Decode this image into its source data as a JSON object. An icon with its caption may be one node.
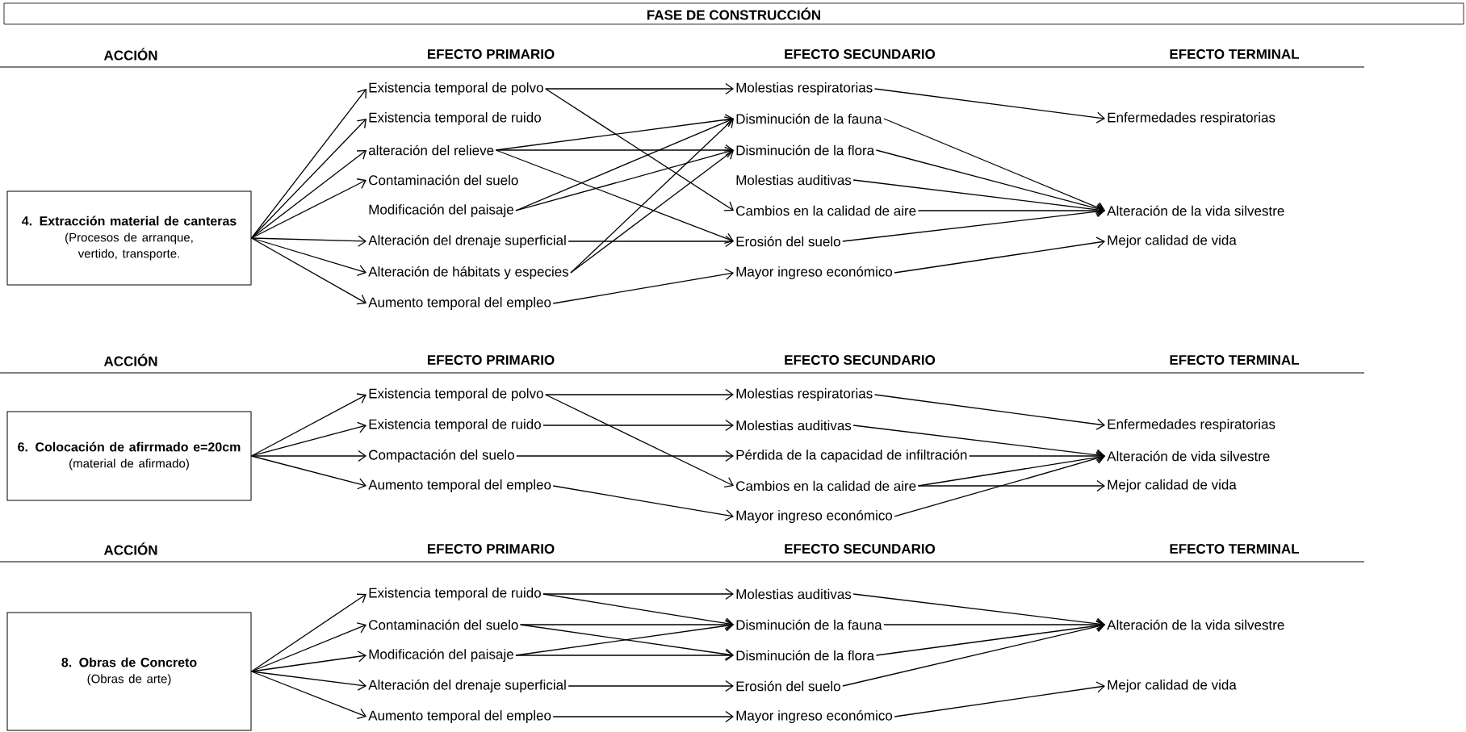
{
  "diagram": {
    "title": "FASE DE CONSTRUCCIÓN",
    "nodes": [
      {
        "text": [
          "4. Extracción material de canteras",
          "(Procesos de arranque, vertido, transporte."
        ]
      },
      {
        "text": [
          "Existencia temporal de polvo"
        ]
      },
      {
        "text": [
          "Existencia temporal de ruido"
        ]
      },
      {
        "text": [
          "alteración del relieve"
        ]
      },
      {
        "text": [
          "Contaminación del suelo"
        ]
      },
      {
        "text": [
          "Modificación del paisaje"
        ]
      },
      {
        "text": [
          "Alteración del drenaje superficial"
        ]
      },
      {
        "text": [
          "Alteración de hábitats y especies"
        ]
      },
      {
        "text": [
          "Aumento temporal del empleo"
        ]
      },
      {
        "text": [
          "Molestias respiratorias"
        ]
      },
      {
        "text": [
          "Disminución de la fauna"
        ]
      },
      {
        "text": [
          "Disminución de la flora"
        ]
      },
      {
        "text": [
          "Molestias auditivas"
        ]
      },
      {
        "text": [
          "Cambios en la calidad de aire"
        ]
      },
      {
        "text": [
          "Erosión del suelo"
        ]
      },
      {
        "text": [
          "Mayor ingreso económico"
        ]
      },
      {
        "text": [
          "Enfermedades respiratorias"
        ]
      },
      {
        "text": [
          "Alteración de la vida silvestre"
        ]
      },
      {
        "text": [
          "Mejor calidad de vida"
        ]
      },
      {
        "text": [
          "6. Colocación de afirrmado e=20cm",
          "(material de afirmado)"
        ]
      },
      {
        "text": [
          "Existencia temporal de polvo"
        ]
      },
      {
        "text": [
          "Existencia temporal de ruido"
        ]
      },
      {
        "text": [
          "Compactación del suelo"
        ]
      },
      {
        "text": [
          "Aumento temporal del empleo"
        ]
      },
      {
        "text": [
          "Molestias respiratorias"
        ]
      },
      {
        "text": [
          "Molestias auditivas"
        ]
      },
      {
        "text": [
          "Pérdida de la capacidad de infiltración"
        ]
      },
      {
        "text": [
          "Cambios en la calidad de aire"
        ]
      },
      {
        "text": [
          "Mayor ingreso económico"
        ]
      },
      {
        "text": [
          "Enfermedades respiratorias"
        ]
      },
      {
        "text": [
          "Alteración de vida silvestre"
        ]
      },
      {
        "text": [
          "Mejor calidad de vida"
        ]
      },
      {
        "text": [
          "8. Obras de Concreto",
          "(Obras de arte)"
        ]
      },
      {
        "text": [
          "Existencia temporal de ruido"
        ]
      },
      {
        "text": [
          "Contaminación del suelo"
        ]
      },
      {
        "text": [
          "Modificación del paisaje"
        ]
      },
      {
        "text": [
          "Alteración del drenaje superficial"
        ]
      },
      {
        "text": [
          "Aumento temporal del empleo"
        ]
      },
      {
        "text": [
          "Molestias auditivas"
        ]
      },
      {
        "text": [
          "Disminución de la fauna"
        ]
      },
      {
        "text": [
          "Disminución de la flora"
        ]
      },
      {
        "text": [
          "Erosión del suelo"
        ]
      },
      {
        "text": [
          "Mayor ingreso económico"
        ]
      },
      {
        "text": [
          "Alteración de la vida silvestre"
        ]
      },
      {
        "text": [
          "Mejor calidad de vida"
        ]
      }
    ],
    "edges": [
      {
        "from": 0,
        "to": 1,
        "arrow": "to"
      },
      {
        "from": 0,
        "to": 2,
        "arrow": "to"
      },
      {
        "from": 0,
        "to": 3,
        "arrow": "to"
      },
      {
        "from": 0,
        "to": 4,
        "arrow": "to"
      },
      {
        "from": 0,
        "to": 6,
        "arrow": "to"
      },
      {
        "from": 0,
        "to": 7,
        "arrow": "to"
      },
      {
        "from": 0,
        "to": 8,
        "arrow": "to"
      },
      {
        "from": 1,
        "to": 9,
        "arrow": "to"
      },
      {
        "from": 1,
        "to": 13,
        "arrow": "to"
      },
      {
        "from": 3,
        "to": 10,
        "arrow": "to"
      },
      {
        "from": 3,
        "to": 11,
        "arrow": "to"
      },
      {
        "from": 3,
        "to": 14,
        "arrow": "to"
      },
      {
        "from": 5,
        "to": 10,
        "arrow": "to"
      },
      {
        "from": 5,
        "to": 11,
        "arrow": "to"
      },
      {
        "from": 6,
        "to": 14,
        "arrow": "to"
      },
      {
        "from": 7,
        "to": 10,
        "arrow": "to"
      },
      {
        "from": 7,
        "to": 11,
        "arrow": "to"
      },
      {
        "from": 8,
        "to": 15,
        "arrow": "to"
      },
      {
        "from": 9,
        "to": 16,
        "arrow": "to"
      },
      {
        "from": 10,
        "to": 17,
        "arrow": "to"
      },
      {
        "from": 11,
        "to": 17,
        "arrow": "to"
      },
      {
        "from": 12,
        "to": 17,
        "arrow": "to"
      },
      {
        "from": 13,
        "to": 17,
        "arrow": "to"
      },
      {
        "from": 14,
        "to": 17,
        "arrow": "to"
      },
      {
        "from": 15,
        "to": 18,
        "arrow": "to"
      },
      {
        "from": 19,
        "to": 20,
        "arrow": "to"
      },
      {
        "from": 19,
        "to": 21,
        "arrow": "to"
      },
      {
        "from": 19,
        "to": 22,
        "arrow": "to"
      },
      {
        "from": 19,
        "to": 23,
        "arrow": "to"
      },
      {
        "from": 20,
        "to": 24,
        "arrow": "to"
      },
      {
        "from": 20,
        "to": 27,
        "arrow": "to"
      },
      {
        "from": 21,
        "to": 25,
        "arrow": "to"
      },
      {
        "from": 22,
        "to": 26,
        "arrow": "to"
      },
      {
        "from": 23,
        "to": 28,
        "arrow": "to"
      },
      {
        "from": 24,
        "to": 29,
        "arrow": "to"
      },
      {
        "from": 25,
        "to": 30,
        "arrow": "to"
      },
      {
        "from": 26,
        "to": 30,
        "arrow": "to"
      },
      {
        "from": 27,
        "to": 30,
        "arrow": "to"
      },
      {
        "from": 27,
        "to": 31,
        "arrow": "to"
      },
      {
        "from": 28,
        "to": 30,
        "arrow": "to"
      },
      {
        "from": 32,
        "to": 33,
        "arrow": "to"
      },
      {
        "from": 32,
        "to": 34,
        "arrow": "to"
      },
      {
        "from": 32,
        "to": 35,
        "arrow": "to"
      },
      {
        "from": 32,
        "to": 36,
        "arrow": "to"
      },
      {
        "from": 32,
        "to": 37,
        "arrow": "to"
      },
      {
        "from": 33,
        "to": 38,
        "arrow": "to"
      },
      {
        "from": 33,
        "to": 39,
        "arrow": "to"
      },
      {
        "from": 34,
        "to": 39,
        "arrow": "to"
      },
      {
        "from": 34,
        "to": 40,
        "arrow": "to"
      },
      {
        "from": 35,
        "to": 39,
        "arrow": "to"
      },
      {
        "from": 35,
        "to": 40,
        "arrow": "to"
      },
      {
        "from": 36,
        "to": 41,
        "arrow": "to"
      },
      {
        "from": 37,
        "to": 42,
        "arrow": "to"
      },
      {
        "from": 38,
        "to": 43,
        "arrow": "to"
      },
      {
        "from": 39,
        "to": 43,
        "arrow": "to"
      },
      {
        "from": 40,
        "to": 43,
        "arrow": "to"
      },
      {
        "from": 41,
        "to": 43,
        "arrow": "to"
      },
      {
        "from": 42,
        "to": 44,
        "arrow": "to"
      }
    ],
    "labels": [
      "ACCIÓN",
      "EFECTO PRIMARIO",
      "EFECTO SECUNDARIO",
      "EFECTO TERMINAL",
      "ACCIÓN",
      "EFECTO PRIMARIO",
      "EFECTO SECUNDARIO",
      "EFECTO TERMINAL",
      "ACCIÓN",
      "EFECTO PRIMARIO",
      "EFECTO SECUNDARIO",
      "EFECTO TERMINAL"
    ]
  }
}
